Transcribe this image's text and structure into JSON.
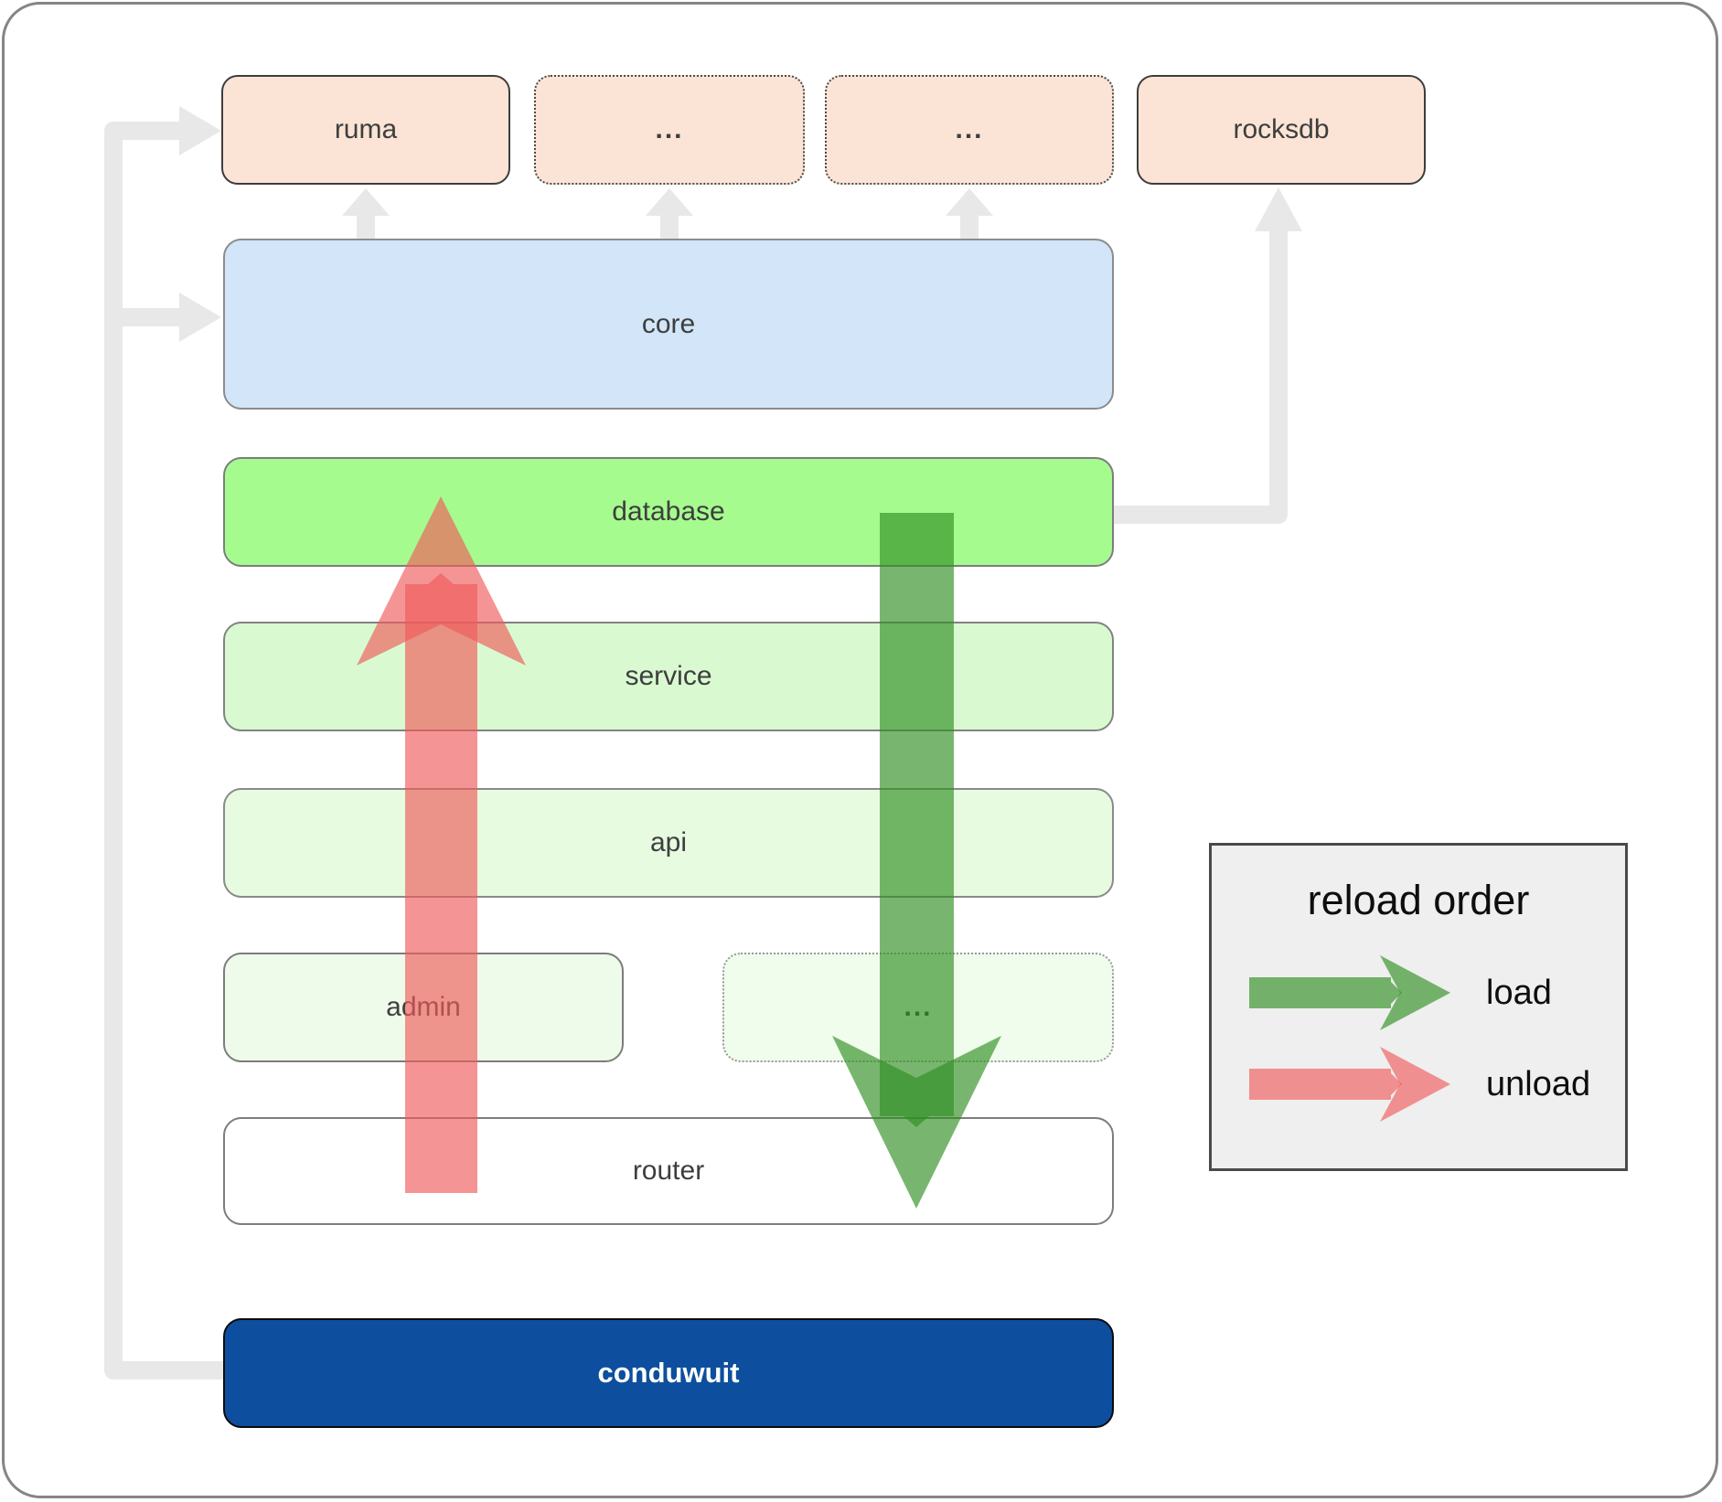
{
  "diagram": {
    "nodes": {
      "ruma": {
        "label": "ruma"
      },
      "ellipsis_top_1": {
        "label": "..."
      },
      "ellipsis_top_2": {
        "label": "..."
      },
      "rocksdb": {
        "label": "rocksdb"
      },
      "core": {
        "label": "core"
      },
      "database": {
        "label": "database"
      },
      "service": {
        "label": "service"
      },
      "api": {
        "label": "api"
      },
      "admin": {
        "label": "admin"
      },
      "ellipsis_admin_row": {
        "label": "..."
      },
      "router": {
        "label": "router"
      },
      "conduwuit": {
        "label": "conduwuit"
      }
    },
    "legend": {
      "title": "reload order",
      "items": [
        {
          "label": "load",
          "color": "#2f8f22"
        },
        {
          "label": "unload",
          "color": "#f05b5b"
        }
      ]
    },
    "colors": {
      "load_green": "#2f8f22",
      "unload_red": "#f05b5b",
      "edge_gray": "#e8e8e8",
      "node_peach": "#fbe4d5",
      "core_blue": "#d2e5f9",
      "database_green": "#a6fb8e",
      "conduwuit_blue": "#0d4f9e"
    }
  }
}
